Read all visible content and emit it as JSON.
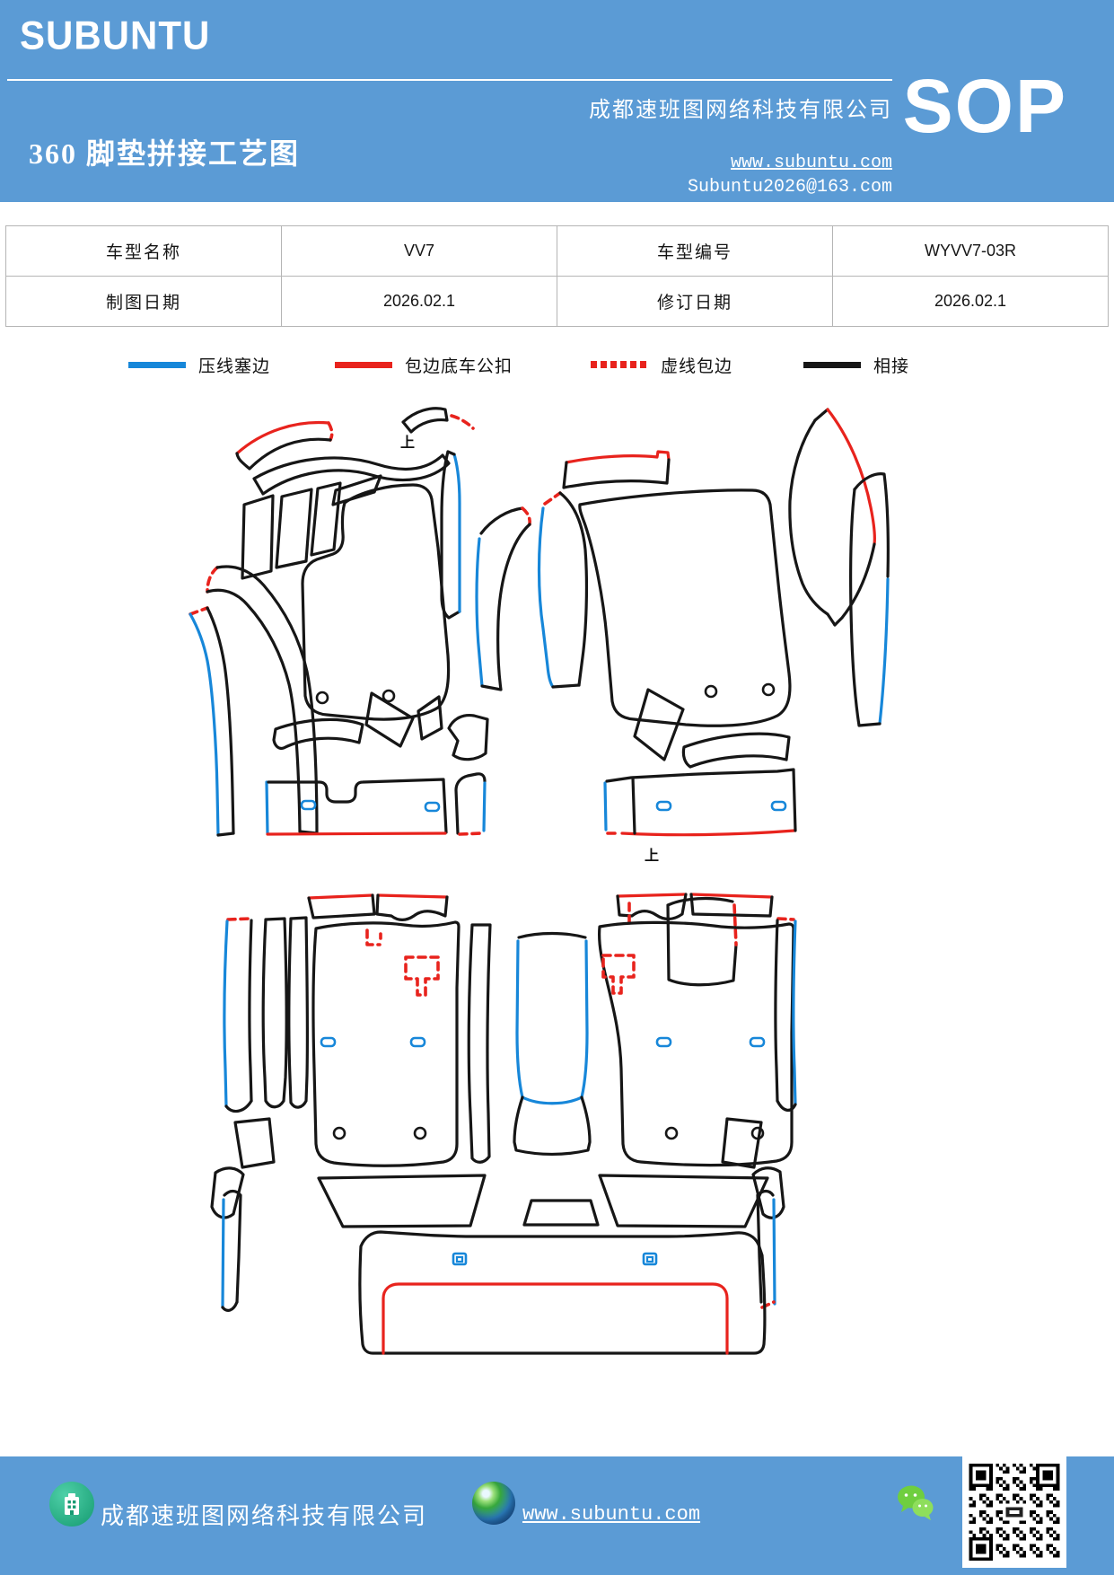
{
  "colors": {
    "c-accent": "#5b9bd5",
    "c-blue": "#1787d9",
    "c-red": "#e8231d",
    "c-black": "#161616"
  },
  "header": {
    "brand": "SUBUNTU",
    "title": "360 脚垫拼接工艺图",
    "company": "成都速班图网络科技有限公司",
    "website": "www.subuntu.com",
    "email": "Subuntu2026@163.com",
    "sop": "SOP"
  },
  "table": {
    "rows": [
      {
        "cells": [
          "车型名称",
          "VV7",
          "车型编号",
          "WYVV7-03R"
        ]
      },
      {
        "cells": [
          "制图日期",
          "2026.02.1",
          "修订日期",
          "2026.02.1"
        ]
      }
    ]
  },
  "legend": {
    "items": [
      {
        "label": "压线塞边",
        "style": "solid",
        "color": "c-blue"
      },
      {
        "label": "包边底车公扣",
        "style": "solid",
        "color": "c-red"
      },
      {
        "label": "虚线包边",
        "style": "dashed",
        "color": "c-red"
      },
      {
        "label": "相接",
        "style": "solid",
        "color": "c-black"
      }
    ]
  },
  "diagram": {
    "markers": [
      {
        "label": "上"
      },
      {
        "label": "上"
      }
    ]
  },
  "footer": {
    "company": "成都速班图网络科技有限公司",
    "website": "www.subuntu.com"
  }
}
